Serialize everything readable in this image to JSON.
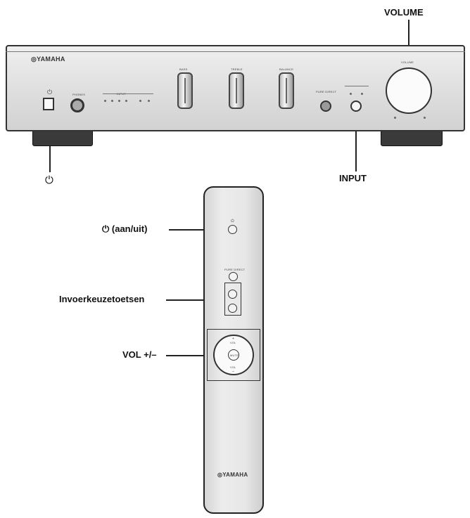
{
  "callouts": {
    "volume": "VOLUME",
    "input": "INPUT",
    "power_symbol": "⏻",
    "power_label": "⏻ (aan/uit)",
    "input_select": "Invoerkeuzetoetsen",
    "vol": "VOL +/–"
  },
  "amplifier": {
    "brand": "YAMAHA",
    "power_symbol": "⏻",
    "phones": "PHONES",
    "input_group": "INPUT",
    "bass": "BASS",
    "treble": "TREBLE",
    "balance": "BALANCE",
    "pure_direct": "PURE DIRECT",
    "volume": "VOLUME"
  },
  "remote": {
    "brand": "YAMAHA",
    "power_symbol": "⏻",
    "pure_direct": "PURE DIRECT",
    "vol_up": "VOL",
    "vol_down": "VOL",
    "mute": "MUTE",
    "plus": "+",
    "minus": "–"
  }
}
